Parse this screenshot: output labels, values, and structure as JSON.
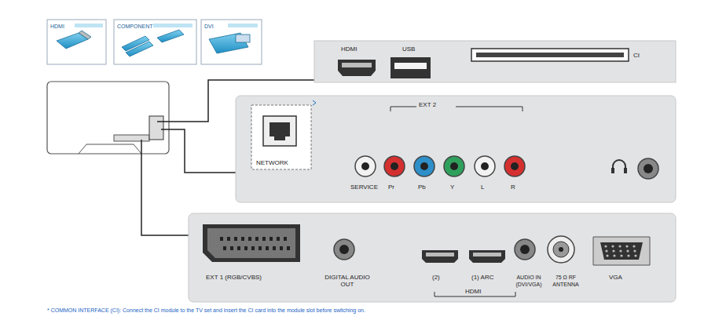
{
  "diagram": {
    "nodes": [
      {
        "text": [
          "HDMI"
        ]
      },
      {
        "text": [
          "COMPONENT"
        ]
      },
      {
        "text": [
          "DVI"
        ]
      },
      {
        "text": [
          "HDMI",
          "USB",
          "CI"
        ]
      },
      {
        "text": [
          "NETWORK",
          "EXT 2",
          "SERVICE",
          "Pr",
          "Pb",
          "Y",
          "L",
          "R"
        ]
      },
      {
        "text": [
          "EXT 1 (RGB/CVBS)",
          "DIGITAL AUDIO OUT",
          "(2)",
          "(1) ARC",
          "HDMI",
          "AUDIO IN (DVI/VGA)",
          "75 Ω RF ANTENNA",
          "VGA"
        ]
      }
    ],
    "labels": [
      "* COMMON INTERFACE (CI): Connect the CI module to the TV set and insert the CI card into the module slot before switching on."
    ]
  }
}
